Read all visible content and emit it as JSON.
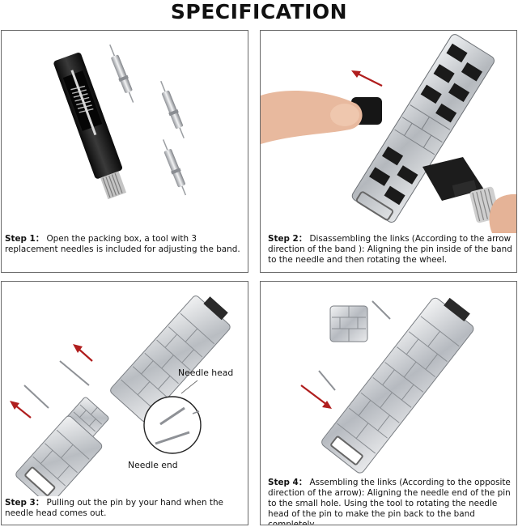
{
  "page": {
    "title": "SPECIFICATION"
  },
  "steps": [
    {
      "label": "Step 1：",
      "text": "Open the packing box,  a tool with 3 replacement needles is included for adjusting the band."
    },
    {
      "label": "Step 2：",
      "text": "Disassembling the links (According to the arrow direction of the band ): Aligning the pin inside of the band to the needle and then rotating the wheel."
    },
    {
      "label": "Step 3：",
      "text": "Pulling out the pin by your hand when the needle head comes out."
    },
    {
      "label": "Step 4：",
      "text": "Assembling the links (According to the opposite direction of the arrow): Aligning the needle end of the pin to the small hole. Using the tool to rotating the needle head of the pin to make the pin back to the band completely."
    }
  ],
  "callouts": {
    "needle_head": "Needle head",
    "needle_end": "Needle end"
  },
  "colors": {
    "arrow": "#b01e1e",
    "border": "#6a6a6a",
    "tool": "#1b1b1b",
    "steel": "#c9ccd0"
  },
  "icons": [
    "band-adjuster-tool",
    "replacement-pin",
    "watch-band",
    "red-arrow",
    "finger",
    "magnifier-circle"
  ]
}
